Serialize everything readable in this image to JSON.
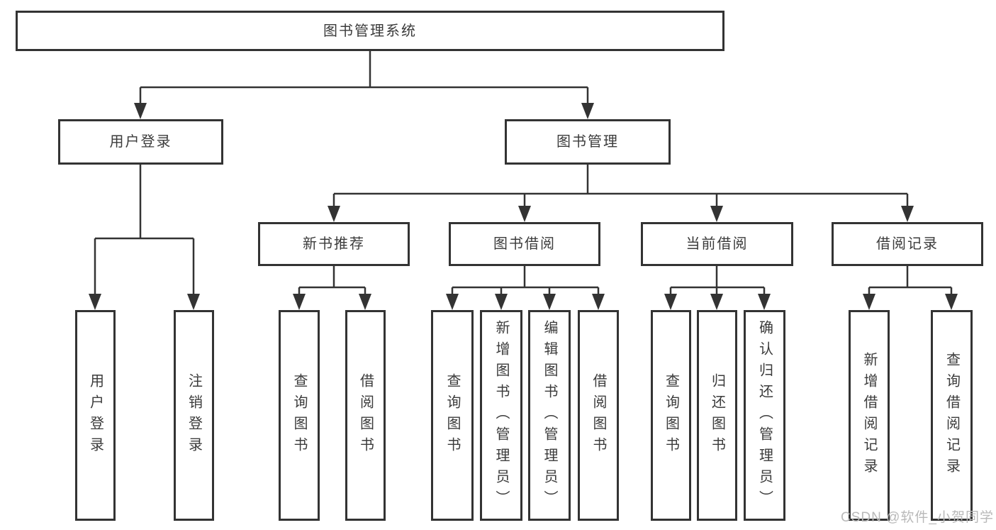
{
  "diagram": {
    "root": "图书管理系统",
    "level2": {
      "user_login": "用户登录",
      "book_management": "图书管理"
    },
    "level3": {
      "new_book_recommend": "新书推荐",
      "book_borrowing": "图书借阅",
      "current_borrowing": "当前借阅",
      "borrowing_records": "借阅记录"
    },
    "leaves": {
      "ul_login": "用户登录",
      "ul_logout": "注销登录",
      "nbr_query_books": "查询图书",
      "nbr_borrow_books": "借阅图书",
      "bb_query_books": "查询图书",
      "bb_add_books": "新增图书（管理员）",
      "bb_edit_books": "编辑图书（管理员）",
      "bb_borrow_books": "借阅图书",
      "cb_query_books": "查询图书",
      "cb_return_books": "归还图书",
      "cb_confirm_return": "确认归还（管理员）",
      "br_add_record": "新增借阅记录",
      "br_query_record": "查询借阅记录"
    },
    "edges": [
      {
        "from": "图书管理系统",
        "to": [
          "用户登录",
          "图书管理"
        ]
      },
      {
        "from": "用户登录",
        "to": [
          "用户登录",
          "注销登录"
        ]
      },
      {
        "from": "图书管理",
        "to": [
          "新书推荐",
          "图书借阅",
          "当前借阅",
          "借阅记录"
        ]
      },
      {
        "from": "新书推荐",
        "to": [
          "查询图书",
          "借阅图书"
        ]
      },
      {
        "from": "图书借阅",
        "to": [
          "查询图书",
          "新增图书（管理员）",
          "编辑图书（管理员）",
          "借阅图书"
        ]
      },
      {
        "from": "当前借阅",
        "to": [
          "查询图书",
          "归还图书",
          "确认归还（管理员）"
        ]
      },
      {
        "from": "借阅记录",
        "to": [
          "新增借阅记录",
          "查询借阅记录"
        ]
      }
    ]
  },
  "colors": {
    "line": "#333333",
    "box_border": "#333333",
    "text": "#3b3b3b",
    "watermark": "#b9b9b9",
    "background": "#ffffff"
  },
  "watermark": {
    "text": "CSDN @软件_小贺同学"
  }
}
